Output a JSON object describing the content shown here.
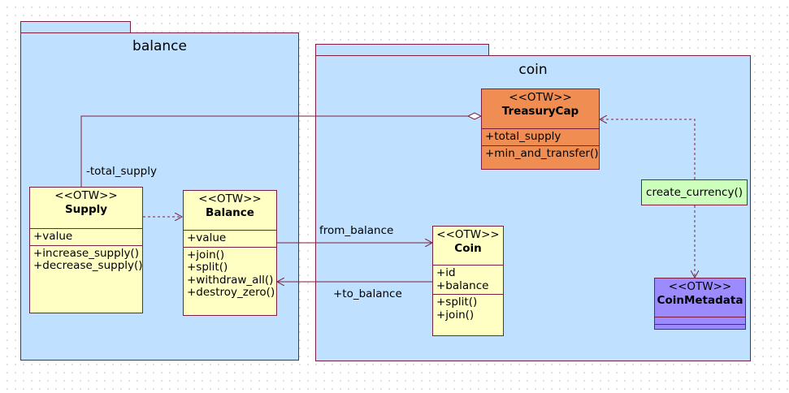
{
  "packages": {
    "balance": {
      "title": "balance"
    },
    "coin": {
      "title": "coin"
    }
  },
  "classes": {
    "supply": {
      "stereotype": "<<OTW>>",
      "name": "Supply",
      "attributes": [
        "+value"
      ],
      "operations": [
        "+increase_supply()",
        "+decrease_supply()"
      ]
    },
    "balance": {
      "stereotype": "<<OTW>>",
      "name": "Balance",
      "attributes": [
        "+value"
      ],
      "operations": [
        "+join()",
        "+split()",
        "+withdraw_all()",
        "+destroy_zero()"
      ]
    },
    "treasury_cap": {
      "stereotype": "<<OTW>>",
      "name": "TreasuryCap",
      "attributes": [
        "+total_supply"
      ],
      "operations": [
        "+min_and_transfer()"
      ]
    },
    "coin": {
      "stereotype": "<<OTW>>",
      "name": "Coin",
      "attributes": [
        "+id",
        "+balance"
      ],
      "operations": [
        "+split()",
        "+join()"
      ]
    },
    "coin_metadata": {
      "stereotype": "<<OTW>>",
      "name": "CoinMetadata"
    }
  },
  "function_box": {
    "label": "create_currency()"
  },
  "edge_labels": {
    "total_supply": "-total_supply",
    "from_balance": "from_balance",
    "to_balance": "+to_balance"
  },
  "colors": {
    "package_fill": "#bfe0ff",
    "border": "#7a1f3d",
    "class_fill": "#ffffc4",
    "treasury_fill": "#ef8d52",
    "metadata_fill": "#9c8bff",
    "function_fill": "#ccffbb"
  }
}
